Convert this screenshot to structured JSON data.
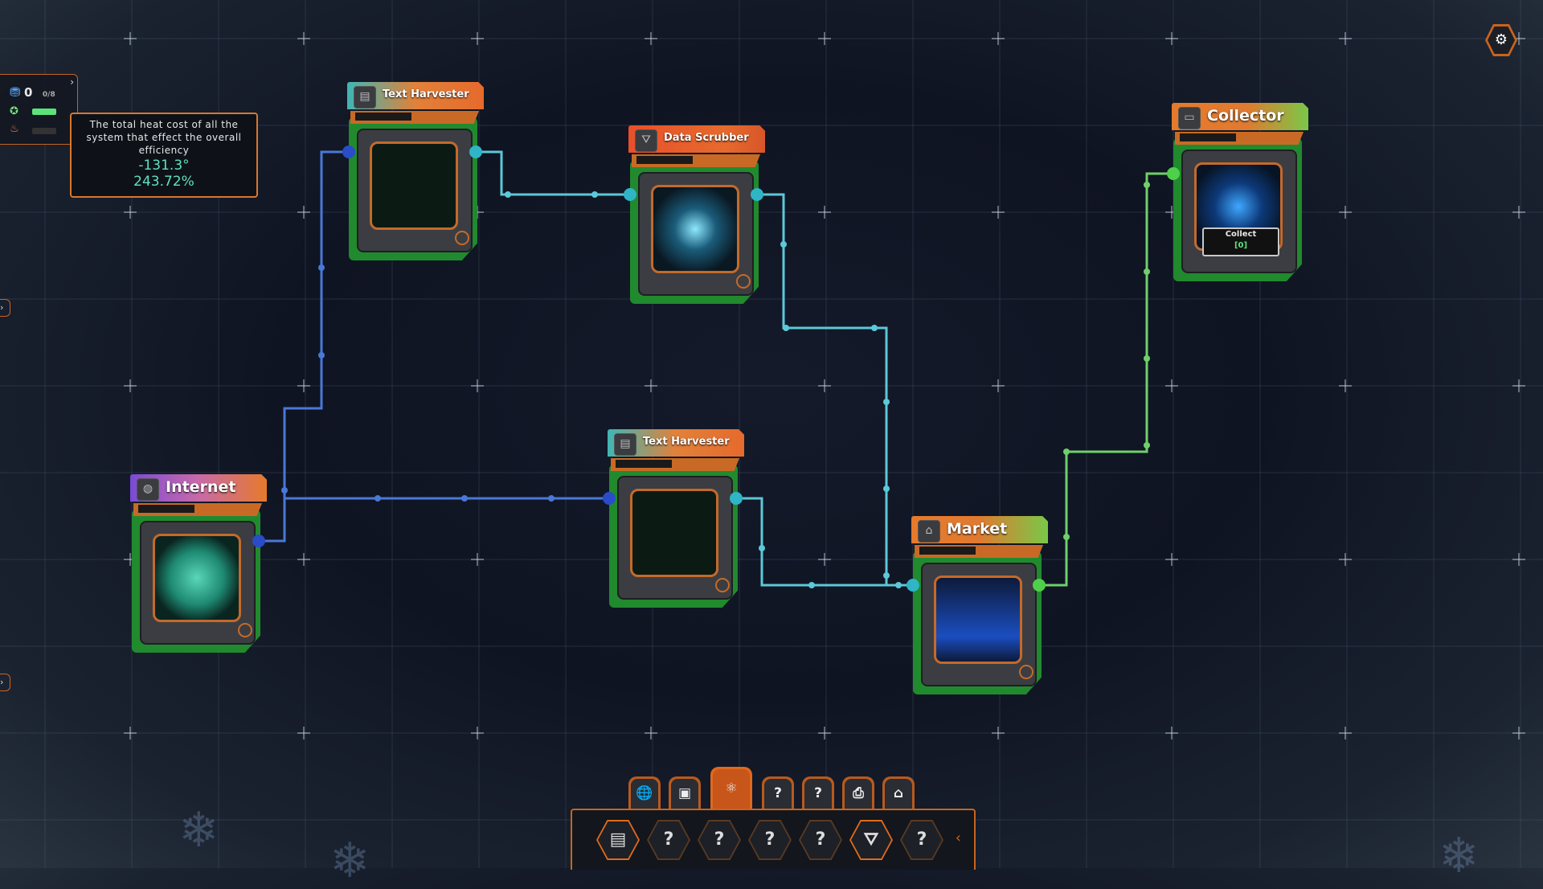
{
  "hud": {
    "coins": "0",
    "capacity": "0/8"
  },
  "tooltip": {
    "text": "The total heat cost of all the system that effect the overall efficiency",
    "heat": "-131.3°",
    "efficiency": "243.72%"
  },
  "nodes": {
    "text_harvester_1": {
      "title": "Text Harvester",
      "icon": "text-harvester-icon"
    },
    "data_scrubber": {
      "title": "Data Scrubber",
      "icon": "funnel-icon"
    },
    "collector": {
      "title": "Collector",
      "icon": "folder-icon",
      "collect_label": "Collect",
      "collect_count": "[0]"
    },
    "internet": {
      "title": "Internet",
      "icon": "globe-icon"
    },
    "text_harvester_2": {
      "title": "Text Harvester",
      "icon": "text-harvester-icon"
    },
    "market": {
      "title": "Market",
      "icon": "shop-icon"
    }
  },
  "tabs": [
    {
      "label": "🌐",
      "icon": "globe-icon"
    },
    {
      "label": "▣",
      "icon": "chip-icon"
    },
    {
      "label": "⚛",
      "icon": "core-icon",
      "active": true
    },
    {
      "label": "?",
      "icon": "locked-icon"
    },
    {
      "label": "?",
      "icon": "locked-icon"
    },
    {
      "label": "⎙",
      "icon": "document-icon"
    },
    {
      "label": "⌂",
      "icon": "shop-icon"
    }
  ],
  "toolbar": [
    {
      "label": "▤",
      "icon": "text-harvester-icon"
    },
    {
      "label": "?",
      "icon": "locked-icon"
    },
    {
      "label": "?",
      "icon": "locked-icon"
    },
    {
      "label": "?",
      "icon": "locked-icon"
    },
    {
      "label": "?",
      "icon": "locked-icon"
    },
    {
      "label": "⛛",
      "icon": "funnel-icon"
    },
    {
      "label": "?",
      "icon": "locked-icon"
    }
  ],
  "colors": {
    "accent": "#c8641e",
    "wire_blue": "#4a78d8",
    "wire_cyan": "#5cc8d8",
    "wire_green": "#6fd06a",
    "node_green": "#218a2e"
  }
}
